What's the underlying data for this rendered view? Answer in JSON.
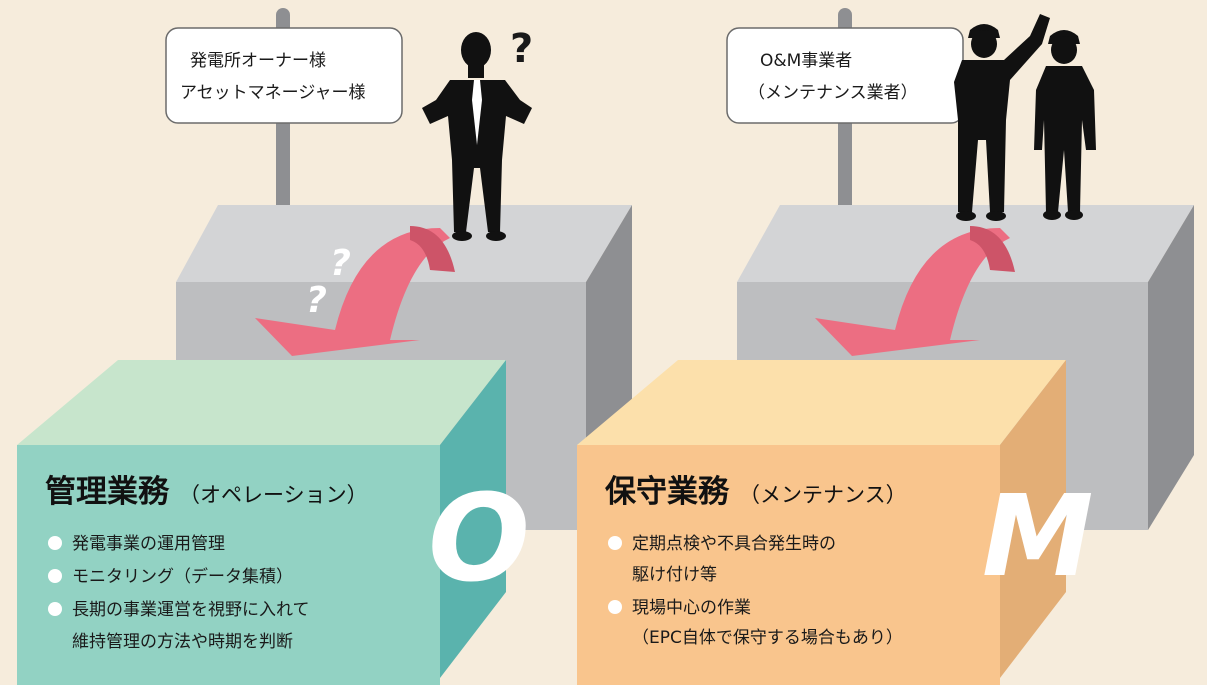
{
  "left": {
    "sign_lines": [
      "発電所オーナー様",
      "アセットマネージャー様"
    ],
    "person_mark": "?",
    "arrow_marks": [
      "?",
      "?"
    ],
    "box": {
      "title": "管理業務",
      "subtitle": "（オペレーション）",
      "letter": "O",
      "bullets": [
        {
          "lines": [
            "発電事業の運用管理"
          ]
        },
        {
          "lines": [
            "モニタリング（データ集積）"
          ]
        },
        {
          "lines": [
            "長期の事業運営を視野に入れて",
            "維持管理の方法や時期を判断"
          ]
        }
      ]
    }
  },
  "right": {
    "sign_lines": [
      "O&M事業者",
      "（メンテナンス業者）"
    ],
    "box": {
      "title": "保守業務",
      "subtitle": "（メンテナンス）",
      "letter": "M",
      "bullets": [
        {
          "lines": [
            "定期点検や不具合発生時の",
            "駆け付け等"
          ]
        },
        {
          "lines": [
            "現場中心の作業",
            "（EPC自体で保守する場合もあり）"
          ]
        }
      ]
    }
  },
  "colors": {
    "background": "#f6ecdc",
    "gray_front": "#bdbec0",
    "gray_top": "#d3d4d6",
    "gray_side": "#8e8f92",
    "arrow_pink": "#ec6e82",
    "teal_front": "#92d2c3",
    "teal_top": "#c7e5cc",
    "teal_side": "#5ab3ad",
    "orange_front": "#f9c58d",
    "orange_top": "#fce0ab",
    "orange_side": "#e3ae76",
    "bullet_dot": "#ffffff",
    "question_mark": "#1a1a1a"
  }
}
